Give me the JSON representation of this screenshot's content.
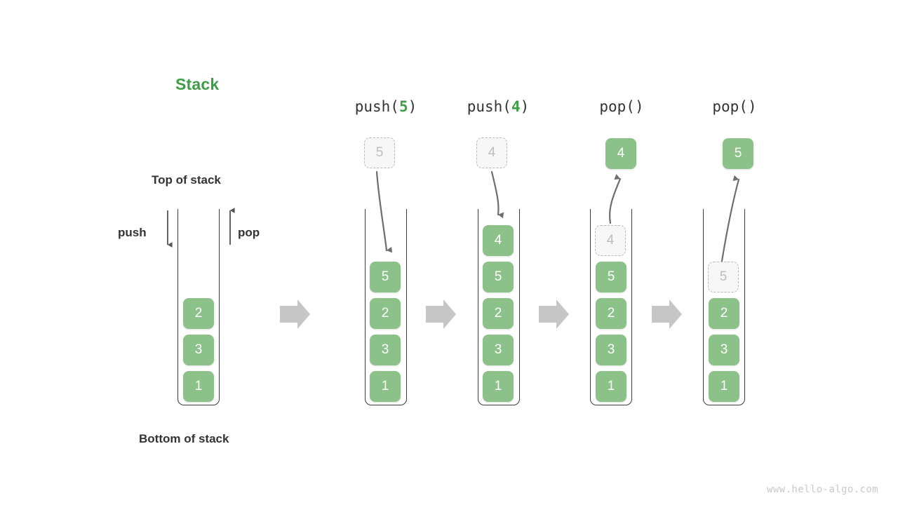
{
  "diagram": {
    "title": "Stack",
    "title_color": "#3e9d46",
    "top_label": "Top of stack",
    "bottom_label": "Bottom of stack",
    "push_label": "push",
    "pop_label": "pop",
    "watermark": "www.hello-algo.com",
    "cell_color": "#8cc189",
    "ghost_color": "#bdbdbd",
    "arrow_color": "#c6c6c6"
  },
  "columns": [
    {
      "id": "initial",
      "header": "",
      "header_prefix": "",
      "header_num": "",
      "header_suffix": "",
      "cells": [
        {
          "value": "2",
          "state": "solid"
        },
        {
          "value": "3",
          "state": "solid"
        },
        {
          "value": "1",
          "state": "solid"
        }
      ],
      "floating": null
    },
    {
      "id": "push-5",
      "header": "push(5)",
      "header_prefix": "push(",
      "header_num": "5",
      "header_suffix": ")",
      "cells": [
        {
          "value": "5",
          "state": "solid"
        },
        {
          "value": "2",
          "state": "solid"
        },
        {
          "value": "3",
          "state": "solid"
        },
        {
          "value": "1",
          "state": "solid"
        }
      ],
      "floating": {
        "value": "5",
        "state": "ghost",
        "direction": "in"
      }
    },
    {
      "id": "push-4",
      "header": "push(4)",
      "header_prefix": "push(",
      "header_num": "4",
      "header_suffix": ")",
      "cells": [
        {
          "value": "4",
          "state": "solid"
        },
        {
          "value": "5",
          "state": "solid"
        },
        {
          "value": "2",
          "state": "solid"
        },
        {
          "value": "3",
          "state": "solid"
        },
        {
          "value": "1",
          "state": "solid"
        }
      ],
      "floating": {
        "value": "4",
        "state": "ghost",
        "direction": "in"
      }
    },
    {
      "id": "pop-1",
      "header": "pop()",
      "header_prefix": "pop(",
      "header_num": "",
      "header_suffix": ")",
      "cells": [
        {
          "value": "4",
          "state": "ghost"
        },
        {
          "value": "5",
          "state": "solid"
        },
        {
          "value": "2",
          "state": "solid"
        },
        {
          "value": "3",
          "state": "solid"
        },
        {
          "value": "1",
          "state": "solid"
        }
      ],
      "floating": {
        "value": "4",
        "state": "solid",
        "direction": "out"
      }
    },
    {
      "id": "pop-2",
      "header": "pop()",
      "header_prefix": "pop(",
      "header_num": "",
      "header_suffix": ")",
      "cells": [
        {
          "value": "",
          "state": "empty"
        },
        {
          "value": "5",
          "state": "ghost"
        },
        {
          "value": "2",
          "state": "solid"
        },
        {
          "value": "3",
          "state": "solid"
        },
        {
          "value": "1",
          "state": "solid"
        }
      ],
      "floating": {
        "value": "5",
        "state": "solid",
        "direction": "out"
      }
    }
  ],
  "transitions": [
    "arrow-right",
    "arrow-right",
    "arrow-right",
    "arrow-right"
  ]
}
